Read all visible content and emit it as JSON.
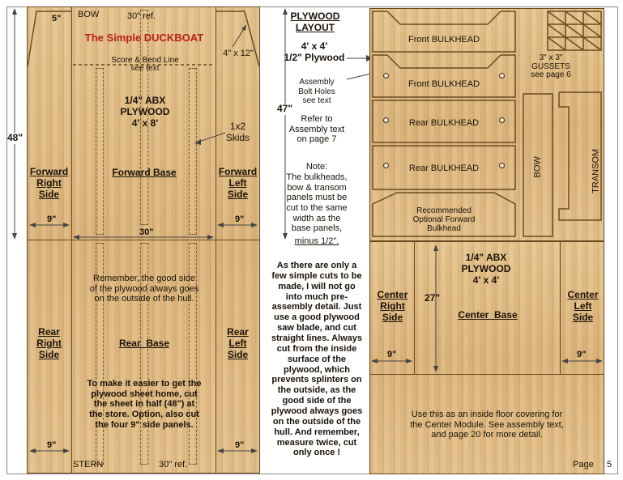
{
  "left_sheet": {
    "bow": "BOW",
    "stern": "STERN",
    "brand": "The Simple DUCKBOAT",
    "ref_top": "30\" ref.",
    "ref_bottom": "30\" ref.",
    "dim_5": "5\"",
    "dim_4x12": "4\" x 12\"",
    "score_line": "Score & Bend Line\nsee text",
    "material": "1/4\" ABX\nPLYWOOD\n4' x 8'",
    "skids": "1x2\nSkids",
    "forward_right": "Forward\nRight\nSide",
    "forward_base": "Forward Base",
    "forward_left": "Forward\nLeft\nSide",
    "dim_9_a": "9\"",
    "dim_30": "30\"",
    "dim_9_b": "9\"",
    "dim_48": "48\"",
    "dim_47": "47\"",
    "remember": "Remember, the good side\nof the plywood always goes\non the outside of the hull.",
    "rear_right": "Rear\nRight\nSide",
    "rear_base": "Rear  Base",
    "rear_left": "Rear\nLeft\nSide",
    "easier": "To make it easier to get the\nplywood sheet home, cut\nthe sheet in half (48\") at\nthe store.  Option, also cut\nthe four 9\" side panels.",
    "dim_9_c": "9\"",
    "dim_9_d": "9\""
  },
  "middle": {
    "title": "PLYWOOD\nLAYOUT",
    "sheet": "4' x 4'\n1/2\" Plywood",
    "bolt_holes": "Assembly\nBolt Holes\nsee text",
    "refer": "Refer to\nAssembly text\non page 7",
    "note_head": "Note:",
    "note_body": "The bulkheads,\nbow & transom\npanels must be\ncut to the same\nwidth as the\nbase panels,",
    "note_minus": "minus 1/2\".",
    "paragraph": "As there are only a\nfew simple cuts to be\nmade, I will not go\ninto much pre-\nassembly detail. Just\nuse a good plywood\nsaw blade, and cut\nstraight lines. Always\ncut from the inside\nsurface of the\nplywood, which\nprevents splinters on\nthe outside, as the\ngood side of the\nplywood always goes\non the outside of the\nhull.  And remember,\nmeasure twice, cut\nonly once !"
  },
  "right_top": {
    "front1": "Front BULKHEAD",
    "front2": "Front BULKHEAD",
    "rear1": "Rear BULKHEAD",
    "rear2": "Rear BULKHEAD",
    "optional": "Recommended\nOptional Forward\nBulkhead",
    "gussets": "3\" x 3\"\nGUSSETS\nsee page 6",
    "bow": "BOW",
    "transom": "TRANSOM"
  },
  "right_bottom": {
    "material": "1/4\" ABX\nPLYWOOD\n4' x 4'",
    "dim_27": "27\"",
    "center_right": "Center\nRight\nSide",
    "center_base": "Center  Base",
    "center_left": "Center\nLeft\nSide",
    "dim_9_a": "9\"",
    "dim_9_b": "9\"",
    "floor_note": "Use this as an inside floor covering for\nthe Center Module. See assembly text,\nand page 20 for more detail."
  },
  "footer": {
    "page_label": "Page",
    "page_number": "5"
  },
  "colors": {
    "brand": "#b8201a",
    "line": "#6b4a22"
  }
}
